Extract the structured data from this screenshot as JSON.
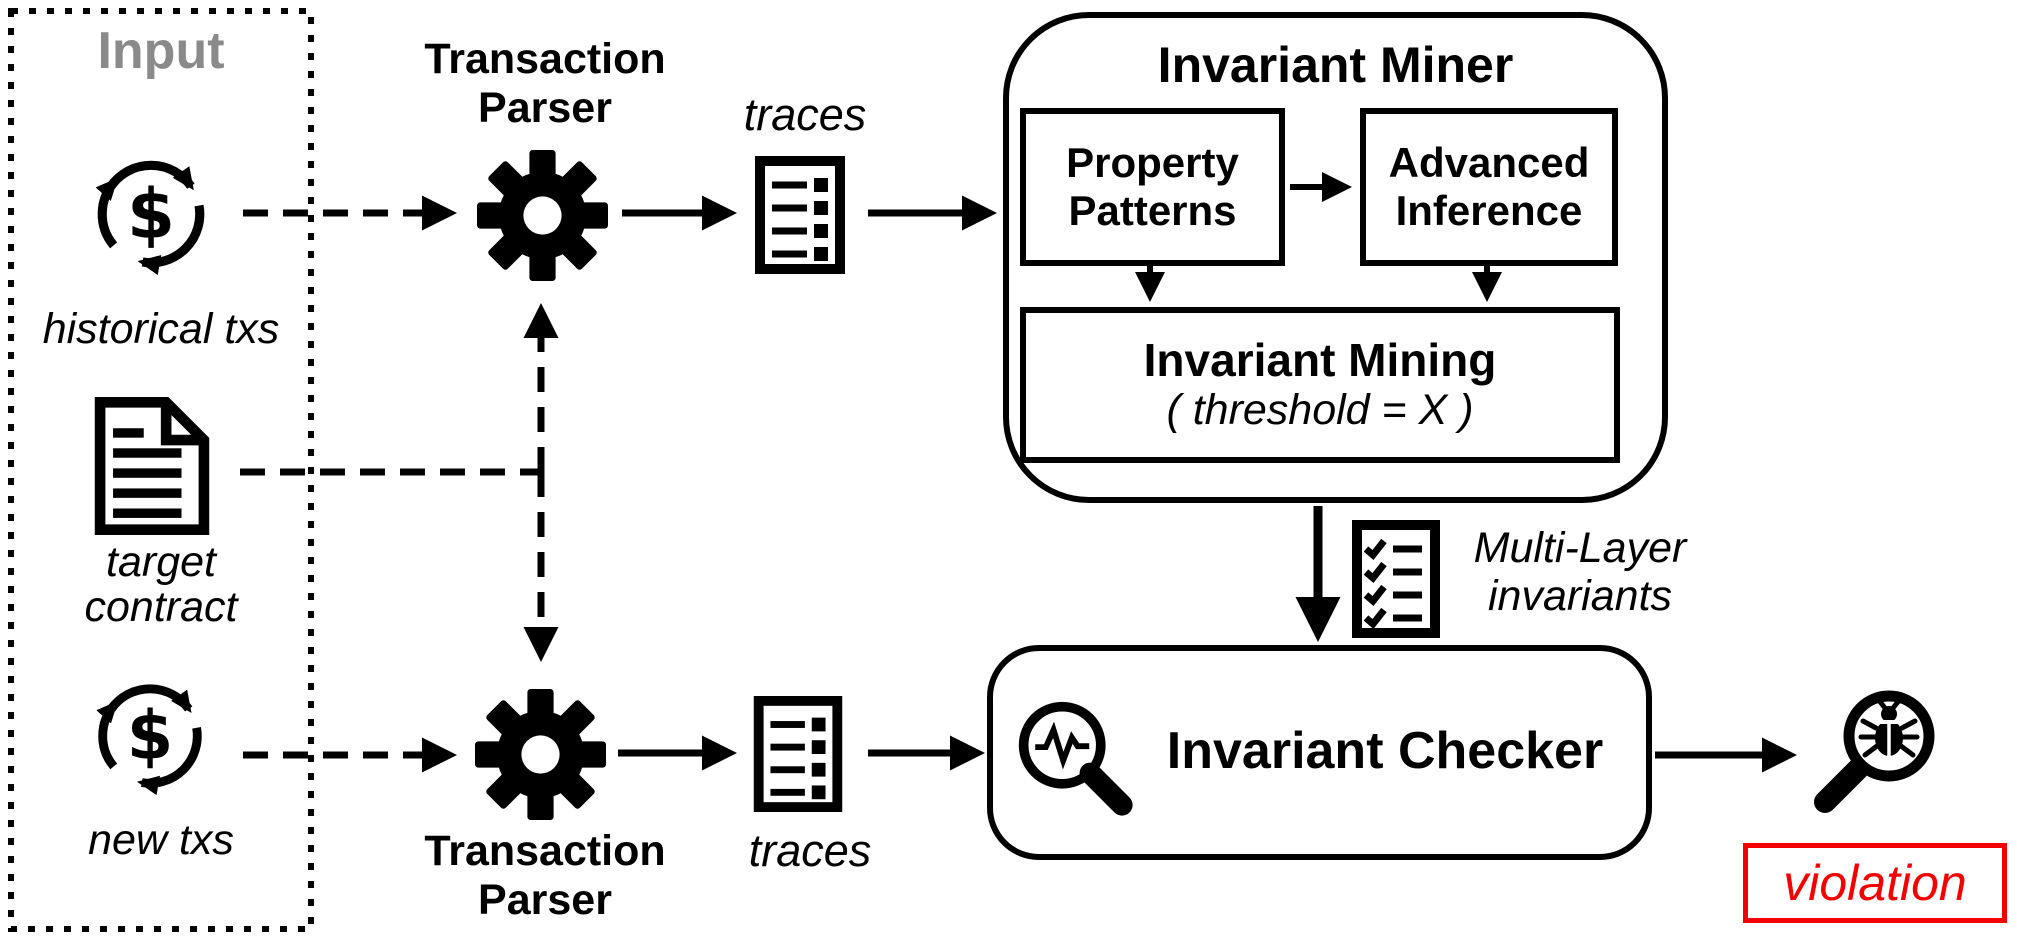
{
  "colors": {
    "ink": "#000000",
    "muted_gray": "#8a8a8a",
    "alert_red": "#f40000"
  },
  "input_panel": {
    "title": "Input",
    "historical_label": "historical txs",
    "target_label": "target\ncontract",
    "new_label": "new txs"
  },
  "parser_top": {
    "label": "Transaction\nParser"
  },
  "parser_bottom": {
    "label": "Transaction\nParser"
  },
  "traces_top": {
    "label": "traces"
  },
  "traces_bottom": {
    "label": "traces"
  },
  "miner": {
    "title": "Invariant Miner",
    "property_patterns_label": "Property\nPatterns",
    "advanced_inference_label": "Advanced\nInference",
    "mining_label": "Invariant Mining",
    "mining_threshold_label": "( threshold = X )"
  },
  "multi_layer": {
    "label": "Multi-Layer\ninvariants"
  },
  "checker": {
    "title": "Invariant Checker"
  },
  "result": {
    "violation_label": "violation"
  }
}
